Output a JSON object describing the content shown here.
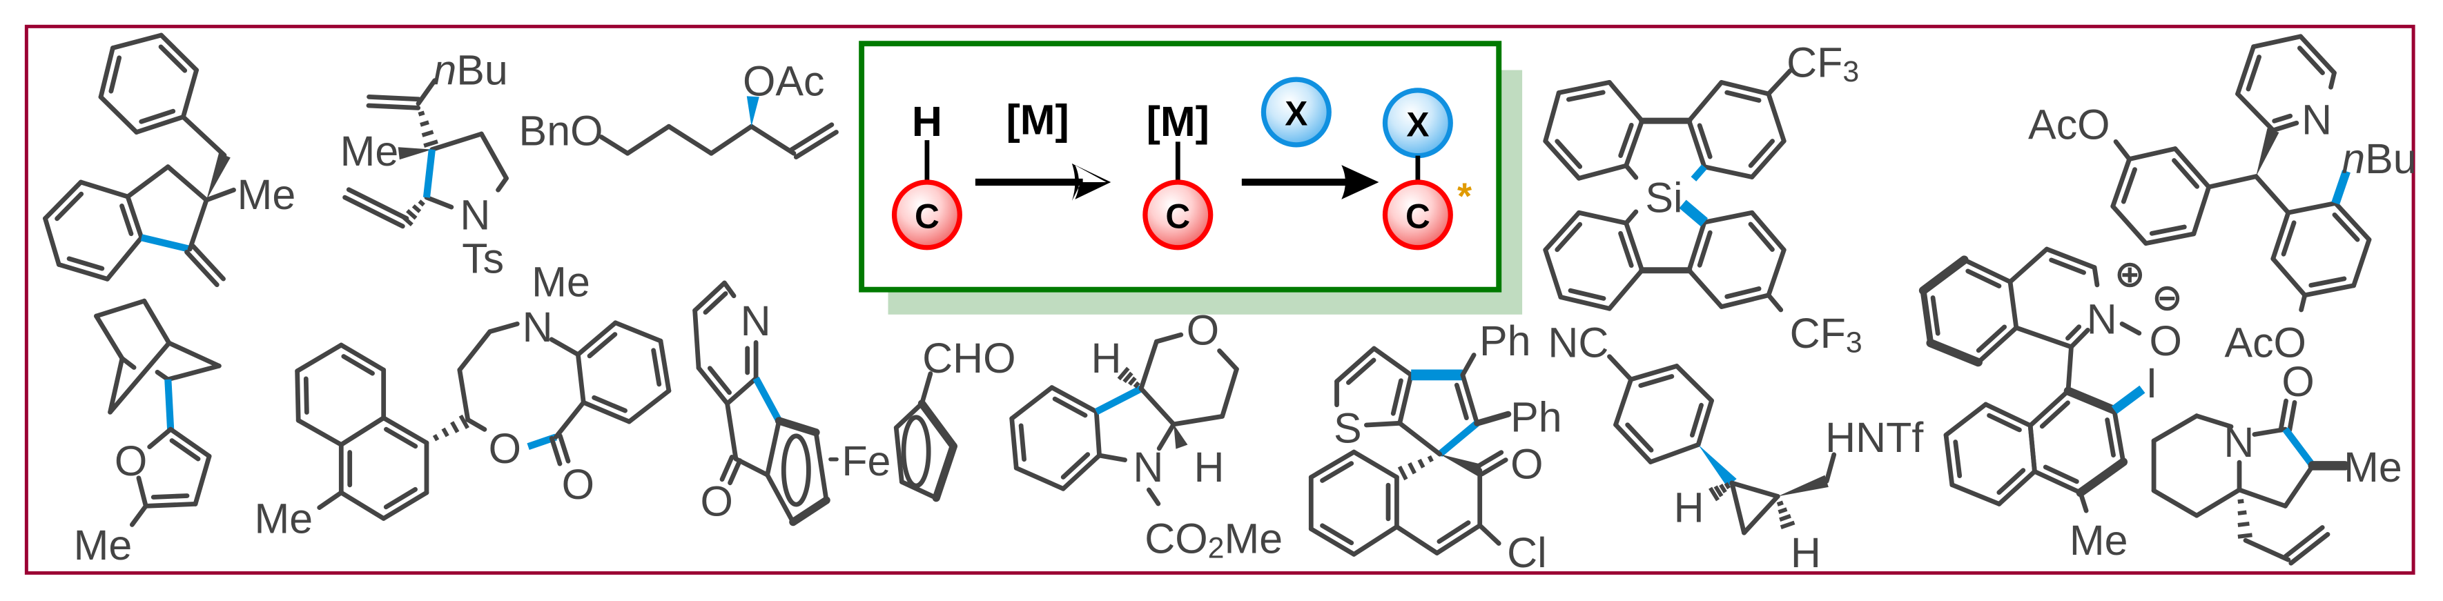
{
  "colors": {
    "frame": "#9b0033",
    "box_border": "#007a00",
    "box_shadow": "#c0dcc0",
    "bond": "#444444",
    "highlight_bond": "#0090d8",
    "carbon_atom": "#ff0000",
    "x_atom": "#1090e0",
    "asterisk": "#e09a00"
  },
  "scheme": {
    "h": "H",
    "c1": "C",
    "m_reagent": "[M]",
    "m_bound": "[M]",
    "c2": "C",
    "x_reagent": "X",
    "x_bound": "X",
    "c3": "C",
    "stereo_mark": "*"
  },
  "molecules": [
    {
      "labels": [
        "Me"
      ]
    },
    {
      "labels": [
        [
          "n",
          "Bu"
        ],
        "Me",
        "N",
        "Ts"
      ]
    },
    {
      "labels": [
        "BnO",
        "OAc"
      ]
    },
    {
      "labels": [
        "O",
        "Me"
      ]
    },
    {
      "labels": [
        "Me",
        "N",
        "Me",
        "O",
        "O"
      ]
    },
    {
      "labels": [
        "N",
        "O",
        "Fe",
        "CHO"
      ]
    },
    {
      "labels": [
        "H",
        "O",
        "N",
        "H",
        [
          "CO",
          "2",
          "Me"
        ]
      ]
    },
    {
      "labels": [
        "S",
        "Ph",
        "Ph",
        "O",
        "Cl"
      ]
    },
    {
      "labels": [
        [
          "CF",
          "3"
        ],
        "Si",
        [
          "CF",
          "3"
        ]
      ]
    },
    {
      "labels": [
        "AcO",
        "N",
        [
          "n",
          "Bu"
        ],
        "AcO"
      ]
    },
    {
      "labels": [
        "⊕",
        "⊖",
        "N",
        "O",
        "I",
        "Me"
      ]
    },
    {
      "labels": [
        "N",
        "O",
        "Me"
      ]
    },
    {
      "labels": [
        "NC",
        "HNTf",
        "H",
        "H"
      ]
    }
  ]
}
